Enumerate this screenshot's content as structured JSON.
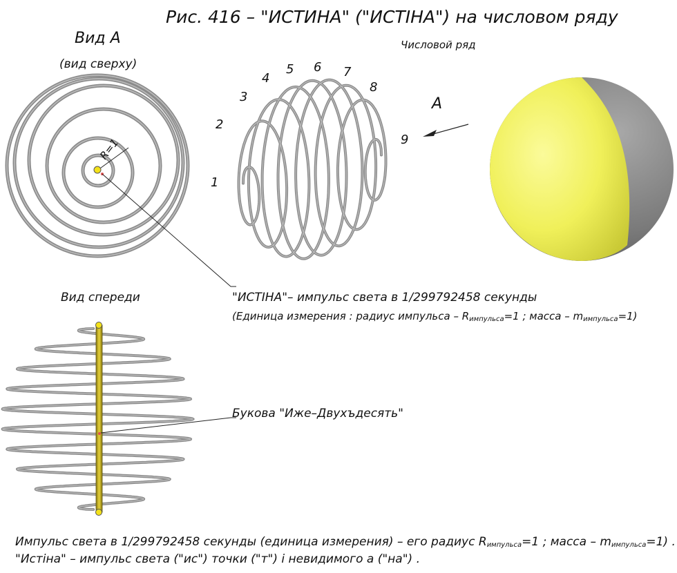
{
  "title": "Рис. 416 – \"ИСТИНА\" (\"ИСТІНА\") на числовом ряду",
  "view_a": {
    "heading": "Вид А",
    "subheading": "(вид сверху)",
    "radius_label": "R=1"
  },
  "number_row": {
    "label": "Числовой ряд",
    "numbers": [
      "1",
      "2",
      "3",
      "4",
      "5",
      "6",
      "7",
      "8",
      "9"
    ],
    "arrow_label": "A"
  },
  "front_view": {
    "heading": "Вид спереди",
    "letter_callout": "Букова \"Иже–Двухъдесять\""
  },
  "istina_callout": {
    "line1": "\"ИСТІНА\"– импульс света в 1/299792458 секунды",
    "line2_a": "(Единица измерения : радиус импульса – R",
    "line2_sub1": "импульса",
    "line2_b": "=1 ; масса – m",
    "line2_sub2": "импульса",
    "line2_c": "=1)"
  },
  "footer": {
    "line1_a": "Импульс света в 1/299792458 секунды (единица измерения) – его радиус R",
    "line1_sub1": "импульса",
    "line1_b": "=1 ; масса – m",
    "line1_sub2": "импульса",
    "line1_c": "=1) .",
    "line2": "\"Истіна\" – импульс света (\"ис\") точки (\"т\") і невидимого а (\"на\") ."
  },
  "colors": {
    "coil": "#8a8a8a",
    "coil_highlight": "#b9b9b9",
    "sphere_yellow": "#f2f25a",
    "sphere_gray": "#7d7d7d",
    "rod": "#c9b21f",
    "point": "#f4e21a"
  }
}
